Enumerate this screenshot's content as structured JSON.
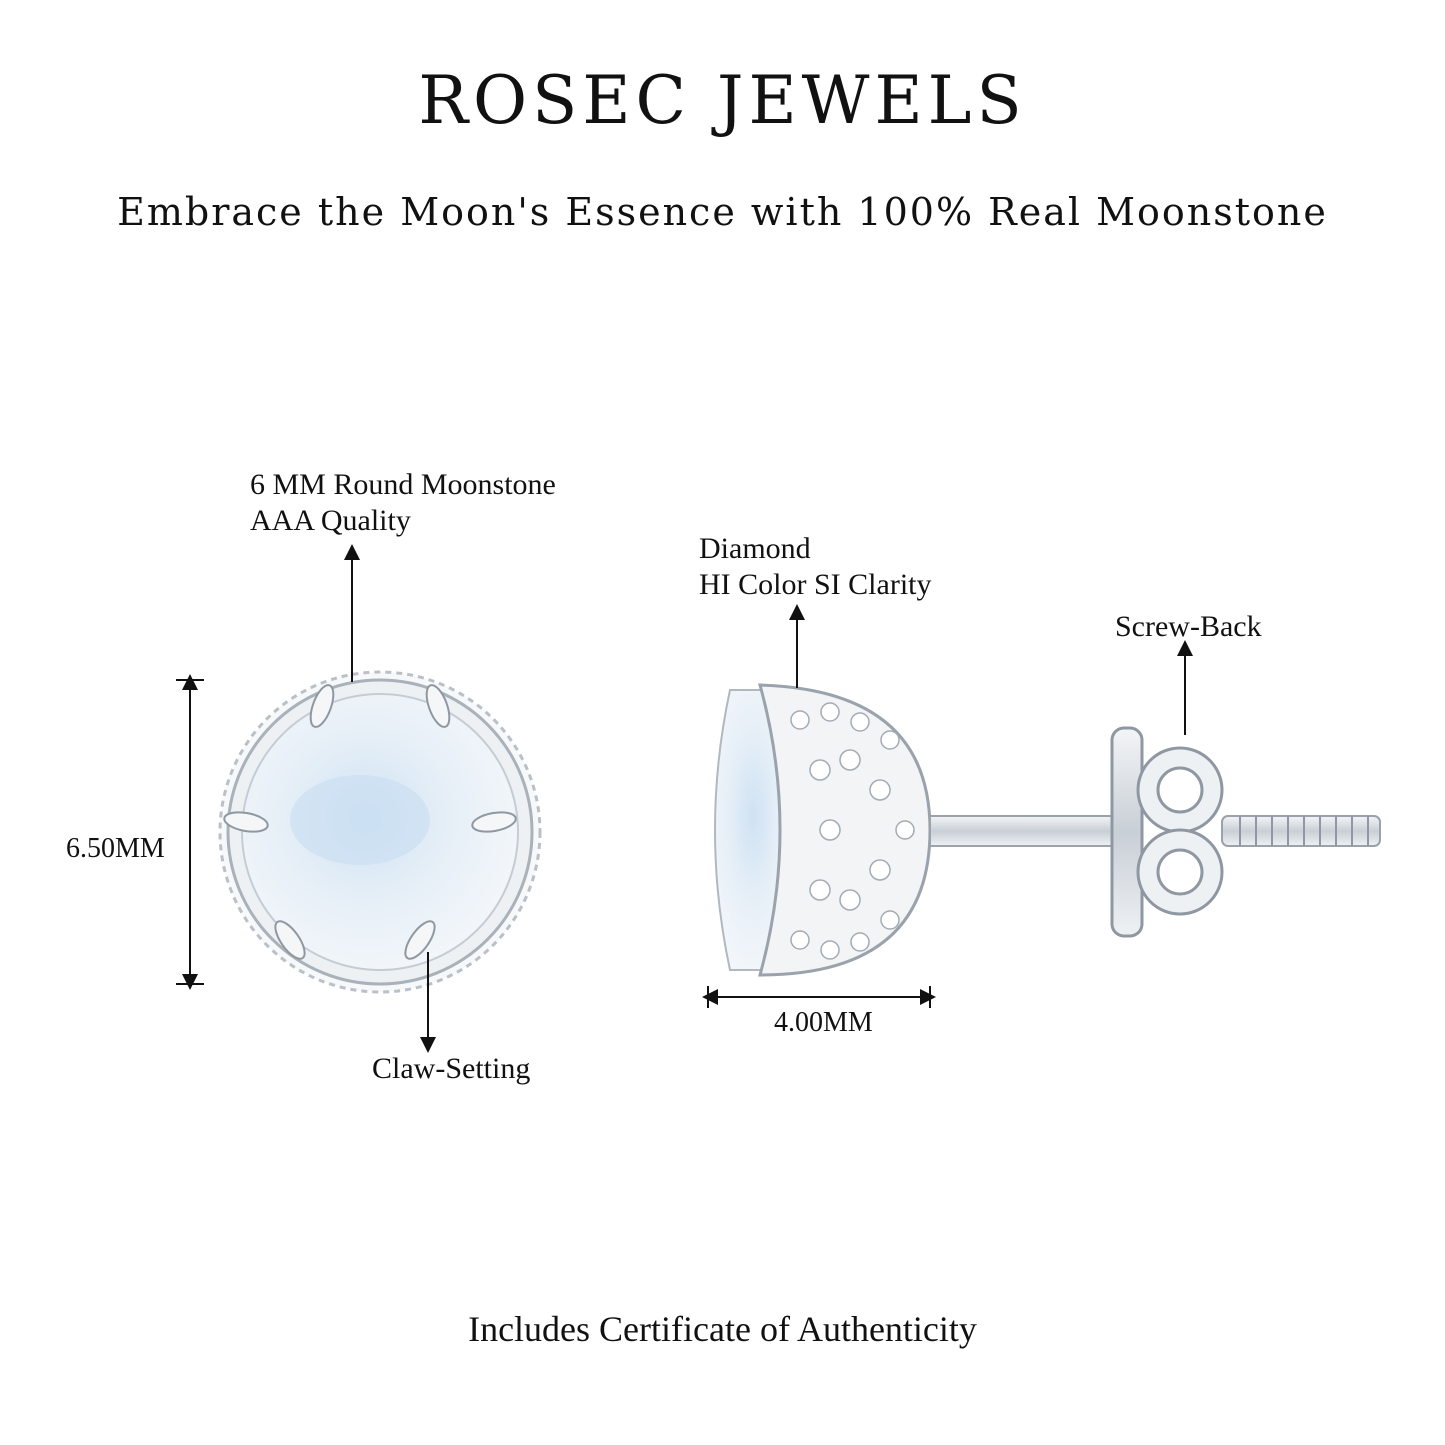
{
  "header": {
    "brand": "ROSEC JEWELS",
    "tagline": "Embrace the Moon's Essence with 100% Real Moonstone"
  },
  "labels": {
    "moonstone_line1": "6 MM Round Moonstone",
    "moonstone_line2": "AAA Quality",
    "diamond_line1": "Diamond",
    "diamond_line2": "HI Color SI Clarity",
    "screw_back": "Screw-Back",
    "claw_setting": "Claw-Setting"
  },
  "dimensions": {
    "height": "6.50MM",
    "width": "4.00MM"
  },
  "footer": {
    "text": "Includes Certificate of Authenticity"
  },
  "colors": {
    "metal": "#d9dde2",
    "metal_dark": "#9aa2ab",
    "stone": "#e8f0f6",
    "stone_blue": "#bcd6ee"
  }
}
